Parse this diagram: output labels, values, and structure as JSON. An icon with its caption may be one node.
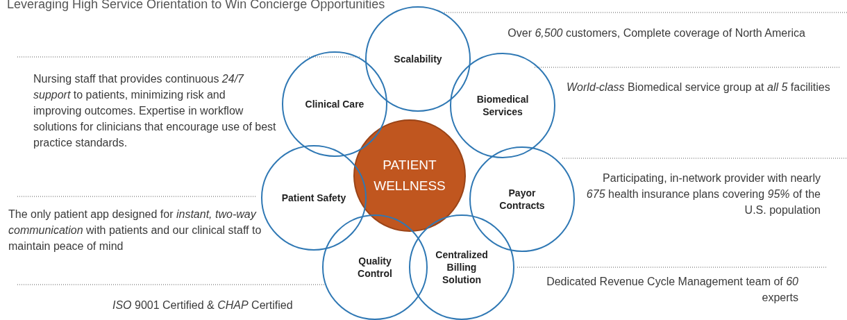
{
  "diagram": {
    "title": "Leveraging High Service Orientation to Win Concierge Opportunities",
    "nodes": [
      {
        "text": [
          "Scalability"
        ]
      },
      {
        "text": [
          "Clinical Care"
        ]
      },
      {
        "text": [
          "Biomedical Services"
        ]
      },
      {
        "text": [
          "PATIENT WELLNESS"
        ]
      },
      {
        "text": [
          "Patient Safety"
        ]
      },
      {
        "text": [
          "Payor Contracts"
        ]
      },
      {
        "text": [
          "Quality Control"
        ]
      },
      {
        "text": [
          "Centralized Billing Solution"
        ]
      }
    ],
    "edges": [],
    "labels": [
      "Over *6,500* customers, Complete coverage of North America",
      "Nursing staff that provides continuous *24/7 support* to patients, minimizing risk and improving outcomes. Expertise in workflow solutions for clinicians that encourage use of best practice standards.",
      "*World-class* Biomedical service group at *all 5* facilities",
      "Participating, in-network provider with nearly *675* health insurance plans covering *95%* of the U.S. population",
      "The only patient app designed for *instant, two-way communication* with patients and our clinical staff to maintain peace of mind",
      "Dedicated Revenue Cycle Management team of *60* experts",
      "*ISO* 9001 Certified & *CHAP* Certified"
    ]
  }
}
